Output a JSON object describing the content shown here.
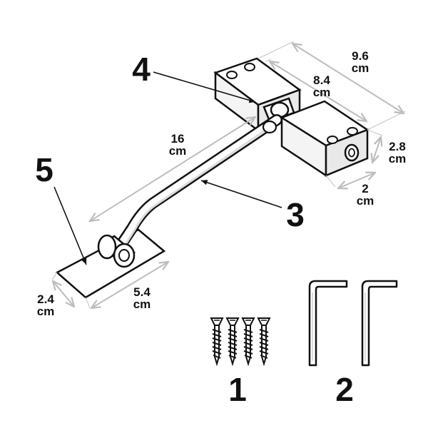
{
  "labels": {
    "part_1": "1",
    "part_2": "2",
    "part_3": "3",
    "part_4": "4",
    "part_5": "5"
  },
  "dimensions": {
    "total_length": {
      "value": "9.6",
      "unit": "cm"
    },
    "block_span": {
      "value": "8.4",
      "unit": "cm"
    },
    "block_height": {
      "value": "2.8",
      "unit": "cm"
    },
    "block_width": {
      "value": "2",
      "unit": "cm"
    },
    "arm_length": {
      "value": "16",
      "unit": "cm"
    },
    "plate_length": {
      "value": "5.4",
      "unit": "cm"
    },
    "plate_width": {
      "value": "2.4",
      "unit": "cm"
    }
  },
  "colors": {
    "ink": "#111111",
    "dimension_line": "#bdbdbd",
    "background": "#ffffff"
  },
  "icons": [
    "screw-icon",
    "hex-key-icon"
  ]
}
